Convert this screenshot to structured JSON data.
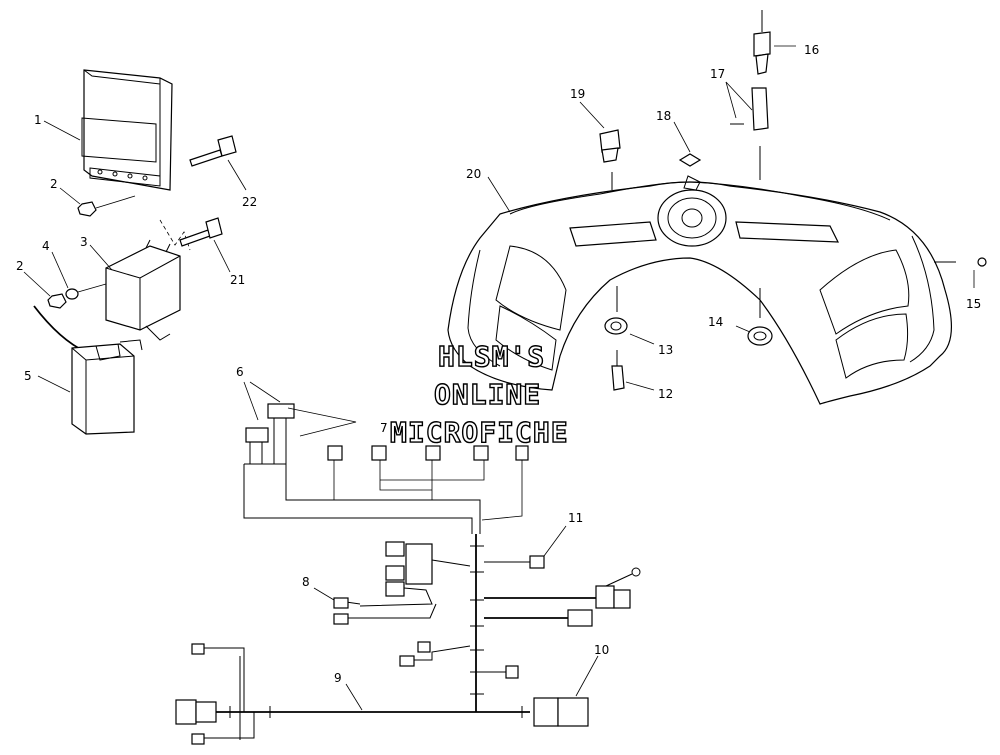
{
  "callouts": [
    "1",
    "2",
    "3",
    "4",
    "2",
    "5",
    "6",
    "7",
    "8",
    "9",
    "10",
    "11",
    "12",
    "13",
    "14",
    "15",
    "16",
    "17",
    "18",
    "19",
    "20",
    "21",
    "22"
  ],
  "watermark": {
    "line1": "HLSM'S",
    "line2": "ONLINE",
    "line3": "MICROFICHE"
  }
}
